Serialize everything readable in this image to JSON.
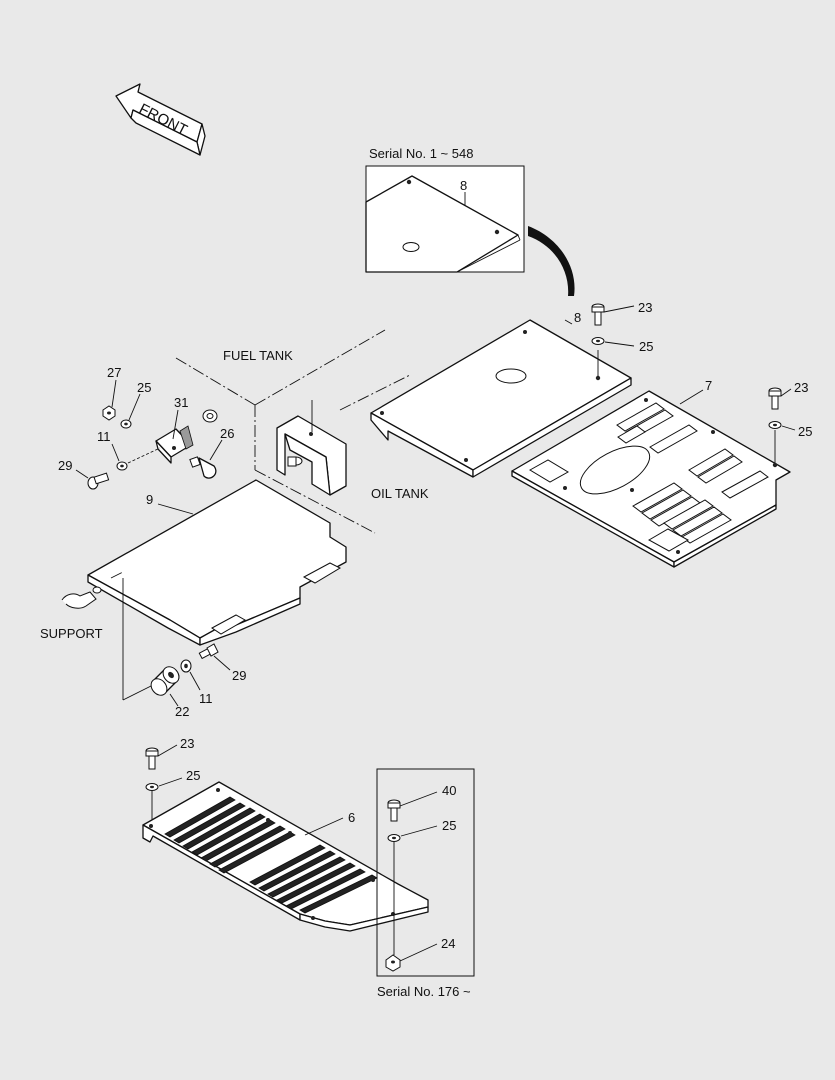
{
  "labels": {
    "front": "FRONT",
    "fuel_tank": "FUEL TANK",
    "oil_tank": "OIL TANK",
    "support": "SUPPORT"
  },
  "captions": {
    "serial_top": "Serial No. 1 ~ 548",
    "serial_bottom": "Serial No. 176 ~"
  },
  "callouts": {
    "c_8_inset": "8",
    "c_8_main": "8",
    "c_23_a": "23",
    "c_25_a": "25",
    "c_7": "7",
    "c_23_b": "23",
    "c_25_b": "25",
    "c_27": "27",
    "c_25_c": "25",
    "c_31": "31",
    "c_11_a": "11",
    "c_26": "26",
    "c_29_a": "29",
    "c_9": "9",
    "c_29_b": "29",
    "c_11_b": "11",
    "c_22": "22",
    "c_23_c": "23",
    "c_25_d": "25",
    "c_6": "6",
    "c_40": "40",
    "c_25_e": "25",
    "c_24": "24"
  }
}
